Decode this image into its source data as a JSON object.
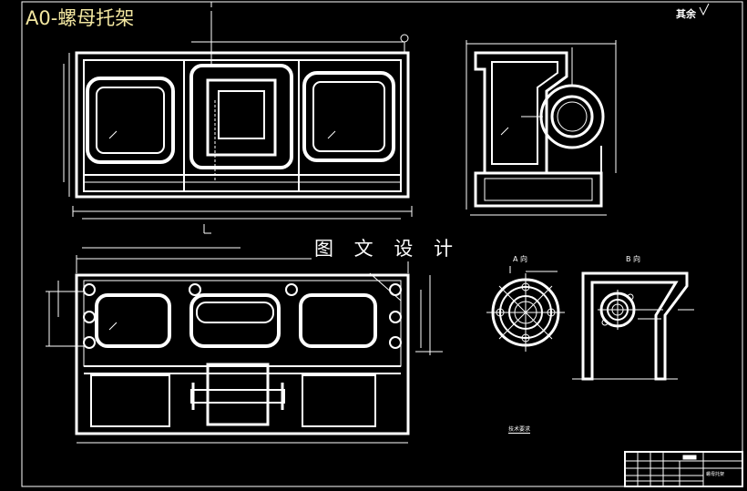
{
  "drawing": {
    "title": "A0-螺母托架",
    "section_heading": "图 文 设 计",
    "roughness_note": "其余",
    "view_a_label": "A 向",
    "view_b_label": "B 向",
    "tech_requirements": "技术要求",
    "title_block_name": "螺母托架"
  },
  "colors": {
    "background": "#000000",
    "lines": "#ffffff",
    "title_text": "#f2e6a0"
  }
}
